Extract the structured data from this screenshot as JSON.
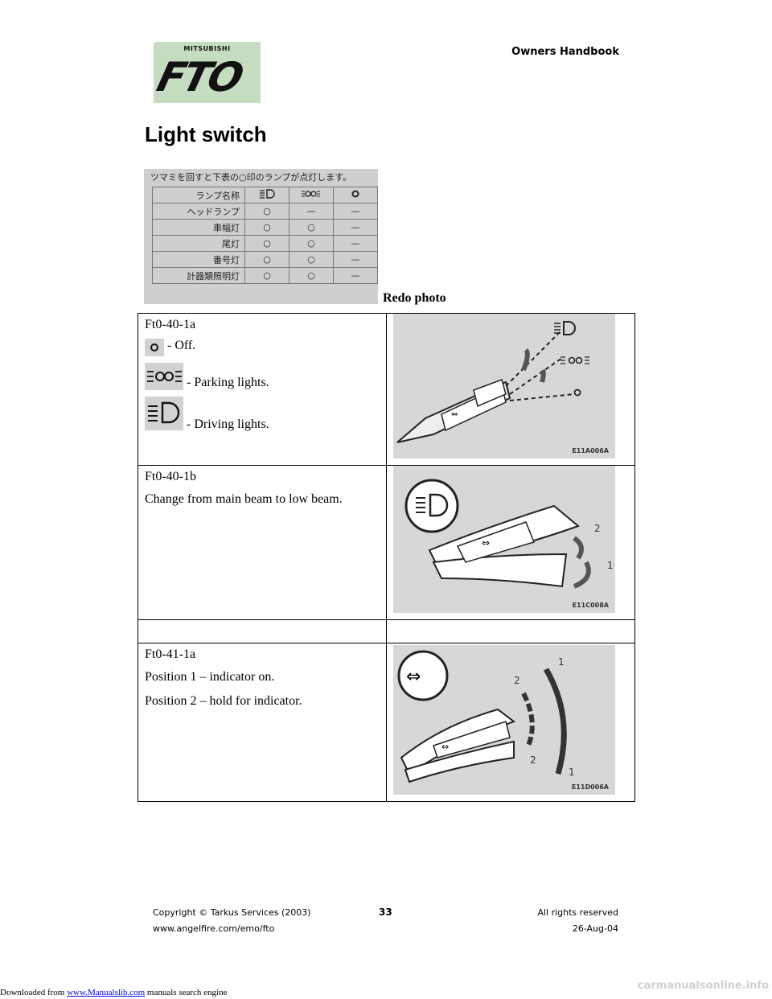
{
  "header": {
    "logo_top": "MITSUBISHI",
    "logo_main": "FTO",
    "handbook_label": "Owners Handbook"
  },
  "section_title": "Light switch",
  "jp_photo": {
    "caption": "ツマミを回すと下表の○印のランプが点灯します。",
    "header_row": [
      "ランプ名称",
      "",
      "",
      ""
    ],
    "rows": [
      {
        "name": "ヘッドランプ",
        "marks": [
          "○",
          "—",
          "—"
        ]
      },
      {
        "name": "車幅灯",
        "marks": [
          "○",
          "○",
          "—"
        ]
      },
      {
        "name": "尾灯",
        "marks": [
          "○",
          "○",
          "—"
        ]
      },
      {
        "name": "番号灯",
        "marks": [
          "○",
          "○",
          "—"
        ]
      },
      {
        "name": "計器類照明灯",
        "marks": [
          "○",
          "○",
          "—"
        ]
      }
    ],
    "note": "Redo photo"
  },
  "rows": [
    {
      "ref": "Ft0-40-1a",
      "lines": [
        "- Off.",
        "- Parking lights.",
        "- Driving lights."
      ],
      "image_code": "E11A006A"
    },
    {
      "ref": "Ft0-40-1b",
      "lines": [
        "Change from main beam to low beam."
      ],
      "image_code": "E11C008A",
      "labels": [
        "2",
        "1"
      ]
    },
    {
      "ref": "",
      "lines": []
    },
    {
      "ref": "Ft0-41-1a",
      "lines": [
        "Position 1 – indicator on.",
        "Position 2 – hold for indicator."
      ],
      "image_code": "E11D006A",
      "labels": [
        "1",
        "2",
        "2",
        "1"
      ]
    }
  ],
  "footer": {
    "copyright": "Copyright © Tarkus Services (2003)",
    "page_number": "33",
    "rights": "All rights reserved",
    "url": "www.angelfire.com/emo/fto",
    "date": "26-Aug-04",
    "download_prefix": "Downloaded from ",
    "download_link": "www.Manualslib.com",
    "download_suffix": " manuals search engine",
    "watermark": "carmanualsonline.info"
  }
}
